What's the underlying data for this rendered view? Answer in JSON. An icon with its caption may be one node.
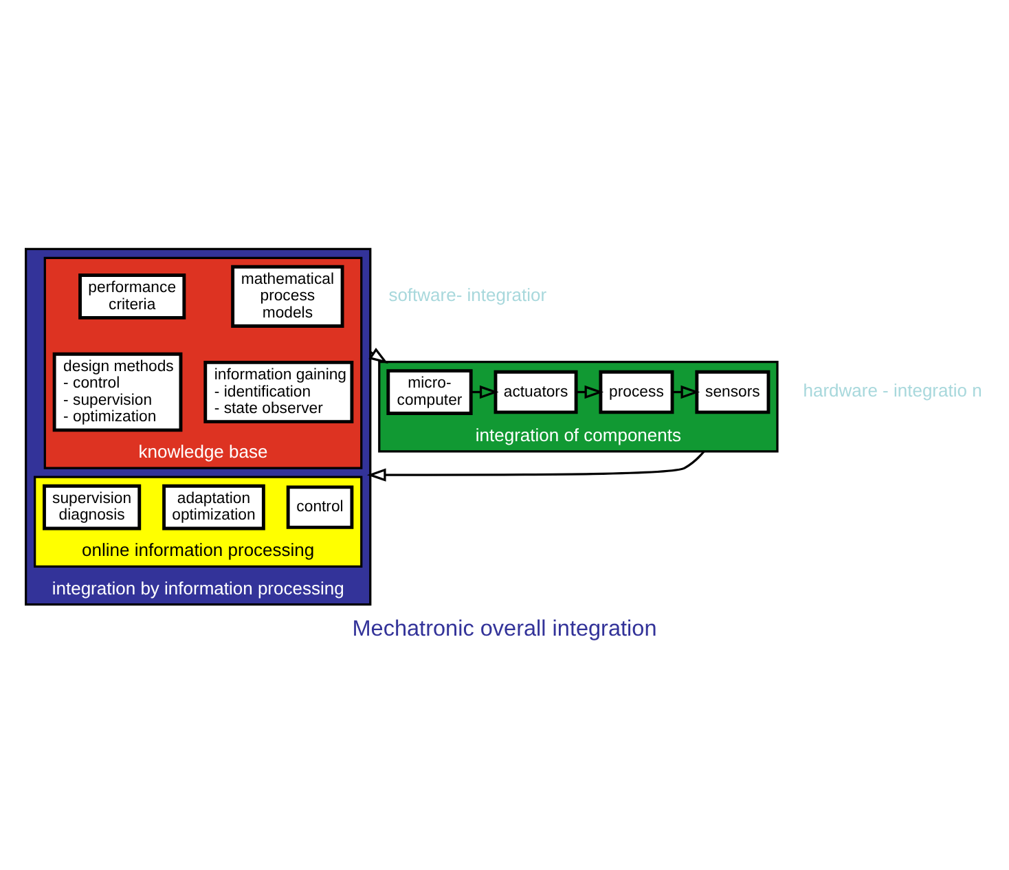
{
  "diagram": {
    "caption": "Mechatronic overall integration",
    "nodes": [
      {
        "text": [
          "integration by information processing"
        ]
      },
      {
        "text": [
          "knowledge base"
        ],
        "in": 0
      },
      {
        "text": [
          "mathematical process models"
        ],
        "in": 1
      },
      {
        "text": [
          "performance criteria"
        ],
        "in": 1
      },
      {
        "text": [
          "information gaining",
          "- identification",
          "- state observer"
        ],
        "in": 1
      },
      {
        "text": [
          "design methods",
          "- control",
          "- supervision",
          "- optimization"
        ],
        "in": 1
      },
      {
        "text": [
          "online information processing"
        ],
        "in": 0
      },
      {
        "text": [
          "control"
        ],
        "in": 6
      },
      {
        "text": [
          "supervision diagnosis"
        ],
        "in": 6
      },
      {
        "text": [
          "adaptation optimization"
        ],
        "in": 6
      },
      {
        "text": [
          "integration of components"
        ]
      },
      {
        "text": [
          "micro- computer"
        ],
        "in": 10
      },
      {
        "text": [
          "actuators"
        ],
        "in": 10
      },
      {
        "text": [
          "process"
        ],
        "in": 10
      },
      {
        "text": [
          "sensors"
        ],
        "in": 10
      }
    ],
    "edges": [
      {
        "from": 0,
        "to": 10,
        "arrow": "to"
      },
      {
        "from": 10,
        "to": 0,
        "arrow": "to"
      },
      {
        "from": 11,
        "to": 12,
        "arrow": "to"
      },
      {
        "from": 12,
        "to": 13,
        "arrow": "to"
      },
      {
        "from": 13,
        "to": 14,
        "arrow": "to"
      }
    ],
    "labels": [
      "software- integratior",
      "hardware - integratio n"
    ]
  }
}
